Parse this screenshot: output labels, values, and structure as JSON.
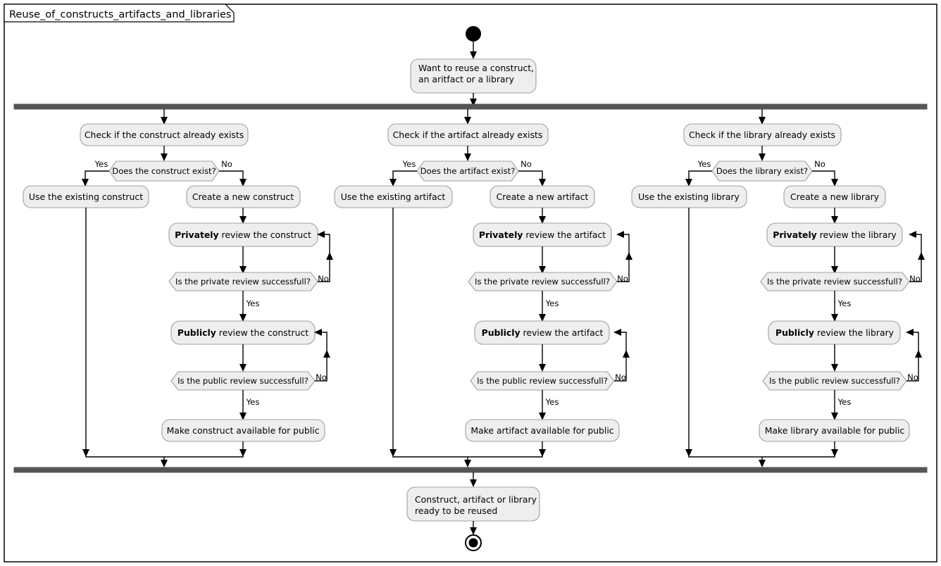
{
  "frame": {
    "title": "Reuse_of_constructs_artifacts_and_libraries"
  },
  "nodes": {
    "start_label": "start-node",
    "intro": "Want to reuse a construct,\nan aritfact or a library",
    "intro_line1": "Want to reuse a construct,",
    "intro_line2": "an aritfact or a library",
    "outro_line1": "Construct, artifact or library",
    "outro_line2": "ready to be reused",
    "end_label": "end-node"
  },
  "edge_labels": {
    "yes": "Yes",
    "no": "No"
  },
  "branches": [
    {
      "id": "construct",
      "check": "Check if the construct already exists",
      "decision": "Does the construct exist?",
      "use_existing": "Use the existing construct",
      "create_new": "Create a new construct",
      "private_review_bold": "Privately",
      "private_review_rest": " review the construct",
      "private_decision": "Is the private review successfull?",
      "public_review_bold": "Publicly",
      "public_review_rest": " review the construct",
      "public_decision": "Is the public review successfull?",
      "make_available": "Make construct available for public"
    },
    {
      "id": "artifact",
      "check": "Check if the artifact already exists",
      "decision": "Does the artifact exist?",
      "use_existing": "Use the existing artifact",
      "create_new": "Create a new artifact",
      "private_review_bold": "Privately",
      "private_review_rest": " review the artifact",
      "private_decision": "Is the private review successfull?",
      "public_review_bold": "Publicly",
      "public_review_rest": " review the artifact",
      "public_decision": "Is the public review successfull?",
      "make_available": "Make artifact available for public"
    },
    {
      "id": "library",
      "check": "Check if the library already exists",
      "decision": "Does the library exist?",
      "use_existing": "Use the existing library",
      "create_new": "Create a new library",
      "private_review_bold": "Privately",
      "private_review_rest": " review the library",
      "private_decision": "Is the private review successfull?",
      "public_review_bold": "Publicly",
      "public_review_rest": " review the library",
      "public_decision": "Is the public review successfull?",
      "make_available": "Make library available for public"
    }
  ],
  "colors": {
    "box_fill": "#EEEEEE",
    "box_stroke": "#A0A0A0",
    "bar": "#555555",
    "line": "#000000",
    "background": "#FFFFFF"
  }
}
